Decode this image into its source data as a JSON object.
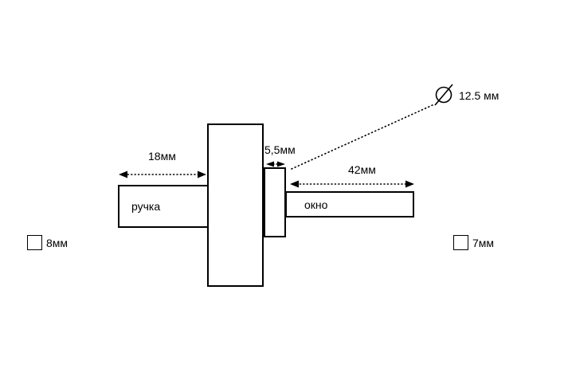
{
  "diagram": {
    "handle": {
      "label": "ручка"
    },
    "window": {
      "label": "окно"
    },
    "dims": {
      "handle_length": "18мм",
      "neck_width": "5,5мм",
      "spindle_length": "42мм",
      "diameter": "12.5 мм",
      "left_square_size": "8мм",
      "right_square_size": "7мм"
    },
    "colors": {
      "line": "#000000",
      "background": "#ffffff"
    }
  }
}
